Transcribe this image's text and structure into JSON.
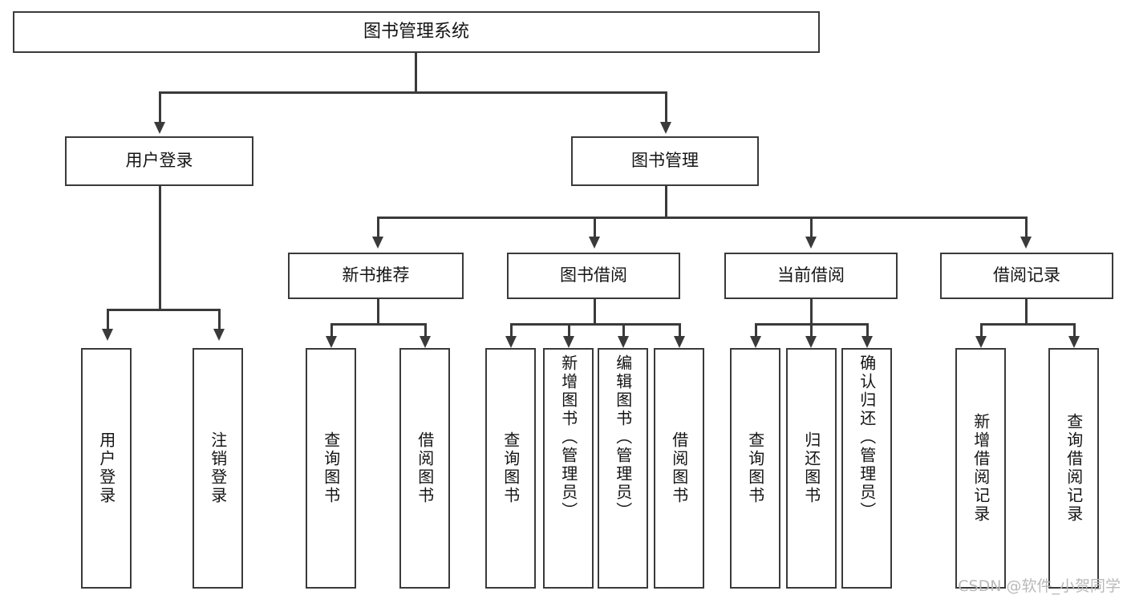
{
  "diagram": {
    "type": "tree-hierarchy-chart",
    "title": "图书管理系统",
    "colors": {
      "stroke": "#3a3a3a",
      "fill": "#ffffff",
      "text": "#141414",
      "watermark": "#b9b9b9"
    },
    "root": {
      "label": "图书管理系统"
    },
    "level2": [
      {
        "label": "用户登录"
      },
      {
        "label": "图书管理"
      }
    ],
    "level3": [
      {
        "label": "新书推荐"
      },
      {
        "label": "图书借阅"
      },
      {
        "label": "当前借阅"
      },
      {
        "label": "借阅记录"
      }
    ],
    "leaves": {
      "user_login": [
        {
          "label": "用户登录"
        },
        {
          "label": "注销登录"
        }
      ],
      "new_book_recommend": [
        {
          "label": "查询图书"
        },
        {
          "label": "借阅图书"
        }
      ],
      "book_borrow": [
        {
          "label": "查询图书"
        },
        {
          "label": "新增图书（管理员）"
        },
        {
          "label": "编辑图书（管理员）"
        },
        {
          "label": "借阅图书"
        }
      ],
      "current_borrow": [
        {
          "label": "查询图书"
        },
        {
          "label": "归还图书"
        },
        {
          "label": "确认归还（管理员）"
        }
      ],
      "borrow_record": [
        {
          "label": "新增借阅记录"
        },
        {
          "label": "查询借阅记录"
        }
      ]
    }
  },
  "watermark": {
    "text": "CSDN @软件_小贺同学"
  }
}
